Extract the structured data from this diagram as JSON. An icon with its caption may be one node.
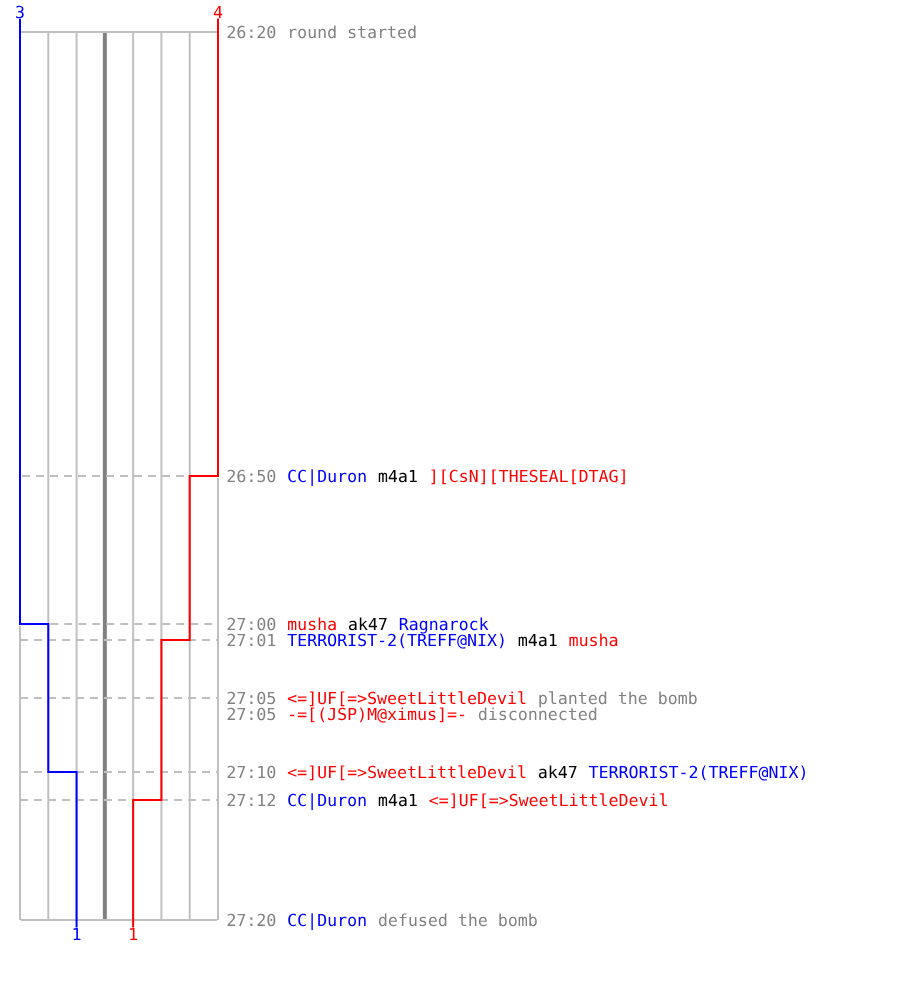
{
  "diagram": {
    "nodes": [
      {
        "text": [
          "3"
        ]
      },
      {
        "text": [
          "4"
        ]
      },
      {
        "text": [
          "1"
        ]
      },
      {
        "text": [
          "1"
        ]
      }
    ],
    "edges": [
      {
        "from": 0,
        "to": 2,
        "arrow": "none",
        "color": "#0000ff"
      },
      {
        "from": 1,
        "to": 3,
        "arrow": "none",
        "color": "#ff0000"
      }
    ],
    "labels": [
      "26:20",
      "round started",
      "26:50",
      "CC|Duron",
      "m4a1",
      "][CsN][THESEAL[DTAG]",
      "27:00",
      "musha",
      "ak47",
      "Ragnarock",
      "27:01",
      "TERRORIST-2(TREFF@NIX)",
      "m4a1",
      "musha",
      "27:05",
      "<=]UF[=>SweetLittleDevil",
      "planted the bomb",
      "27:05",
      "-=[(JSP)M@ximus]=-",
      "disconnected",
      "27:10",
      "<=]UF[=>SweetLittleDevil",
      "ak47",
      "TERRORIST-2(TREFF@NIX)",
      "27:12",
      "CC|Duron",
      "m4a1",
      "<=]UF[=>SweetLittleDevil",
      "27:20",
      "CC|Duron",
      "defused the bomb"
    ]
  }
}
